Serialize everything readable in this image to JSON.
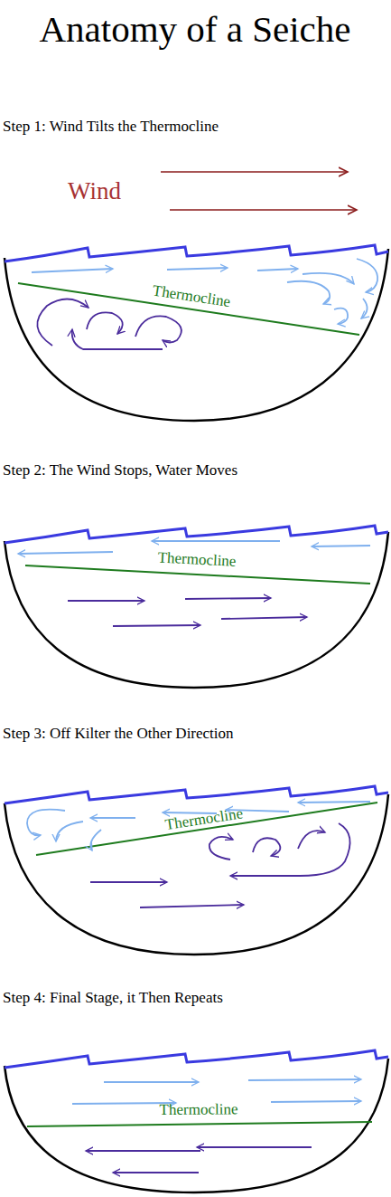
{
  "diagram": {
    "title": "Anatomy of a Seiche",
    "labels": [
      "Step 1: Wind Tilts the Thermocline",
      "Wind",
      "Thermocline",
      "Step 2: The Wind Stops, Water Moves",
      "Thermocline",
      "Step 3: Off Kilter the Other Direction",
      "Thermocline",
      "Step 4: Final Stage, it Then Repeats",
      "Thermocline"
    ]
  }
}
